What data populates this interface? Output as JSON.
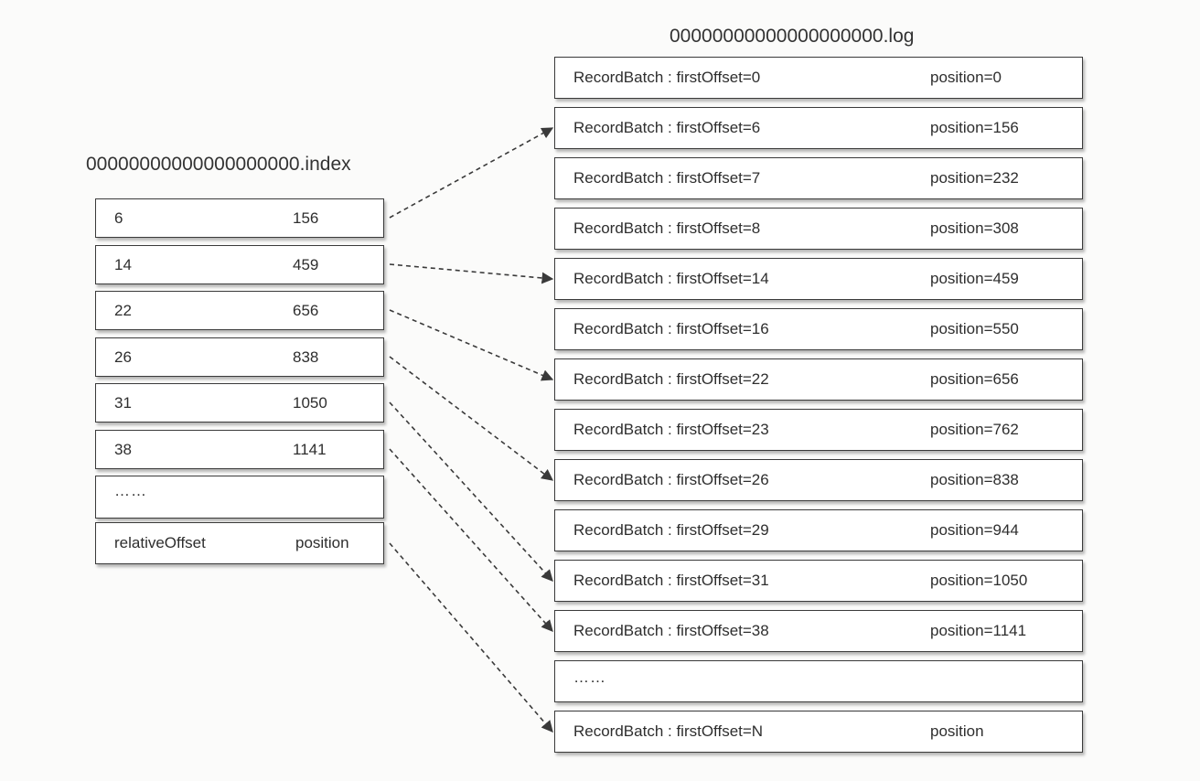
{
  "log_file": {
    "title": "00000000000000000000.log",
    "rows": [
      {
        "batch": "RecordBatch : firstOffset=0",
        "position": "position=0"
      },
      {
        "batch": "RecordBatch : firstOffset=6",
        "position": "position=156"
      },
      {
        "batch": "RecordBatch : firstOffset=7",
        "position": "position=232"
      },
      {
        "batch": "RecordBatch : firstOffset=8",
        "position": "position=308"
      },
      {
        "batch": "RecordBatch : firstOffset=14",
        "position": "position=459"
      },
      {
        "batch": "RecordBatch : firstOffset=16",
        "position": "position=550"
      },
      {
        "batch": "RecordBatch : firstOffset=22",
        "position": "position=656"
      },
      {
        "batch": "RecordBatch : firstOffset=23",
        "position": "position=762"
      },
      {
        "batch": "RecordBatch : firstOffset=26",
        "position": "position=838"
      },
      {
        "batch": "RecordBatch : firstOffset=29",
        "position": "position=944"
      },
      {
        "batch": "RecordBatch : firstOffset=31",
        "position": "position=1050"
      },
      {
        "batch": "RecordBatch : firstOffset=38",
        "position": "position=1141"
      }
    ],
    "ellipsis": "……",
    "last_row": {
      "batch": "RecordBatch : firstOffset=N",
      "position": "position"
    }
  },
  "index_file": {
    "title": "00000000000000000000.index",
    "rows": [
      {
        "offset": "6",
        "position": "156"
      },
      {
        "offset": "14",
        "position": "459"
      },
      {
        "offset": "22",
        "position": "656"
      },
      {
        "offset": "26",
        "position": "838"
      },
      {
        "offset": "31",
        "position": "1050"
      },
      {
        "offset": "38",
        "position": "1141"
      }
    ],
    "ellipsis": "……",
    "last_row": {
      "offset": "relativeOffset",
      "position": "position"
    }
  },
  "arrows": [
    {
      "from_index_row": 0,
      "to_log_row": 1
    },
    {
      "from_index_row": 1,
      "to_log_row": 4
    },
    {
      "from_index_row": 2,
      "to_log_row": 6
    },
    {
      "from_index_row": 3,
      "to_log_row": 8
    },
    {
      "from_index_row": 4,
      "to_log_row": 10
    },
    {
      "from_index_row": 5,
      "to_log_row": 11
    },
    {
      "from_index_row": 7,
      "to_log_row": 13
    }
  ]
}
